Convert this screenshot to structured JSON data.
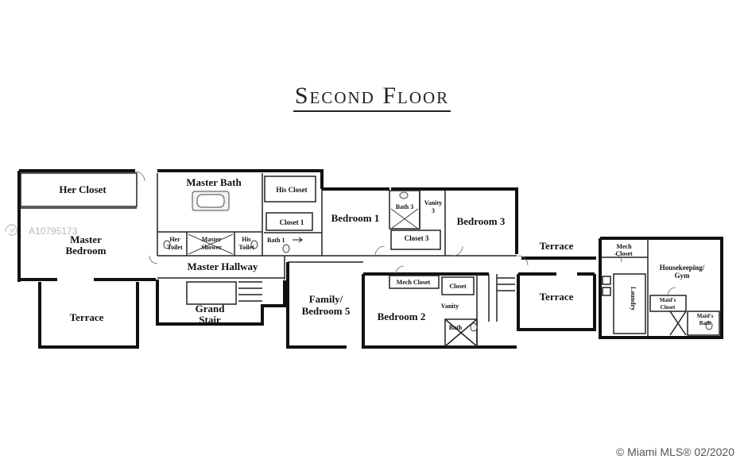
{
  "title": "Second Floor",
  "listing_id": "A10795173",
  "copyright": "© Miami MLS® 02/2020",
  "rooms": {
    "her_closet": "Her Closet",
    "master_bath": "Master Bath",
    "his_closet": "His Closet",
    "closet_1": "Closet 1",
    "master": "Master",
    "bedroom": "Bedroom",
    "her": "Her",
    "toilet": "Toilet",
    "master_sm": "Master",
    "shower": "Shower",
    "his": "His",
    "toilet2": "Toilet",
    "bath_1": "Bath 1",
    "master_hallway": "Master Hallway",
    "terrace_left": "Terrace",
    "grand": "Grand",
    "stair": "Stair",
    "bedroom_1": "Bedroom 1",
    "bath_3": "Bath 3",
    "vanity_3a": "Vanity",
    "vanity_3b": "3",
    "closet_3": "Closet 3",
    "bedroom_3": "Bedroom 3",
    "family": "Family/",
    "bedroom_5": "Bedroom 5",
    "mech_closet_mid": "Mech Closet",
    "closet_mid": "Closet",
    "vanity_mid": "Vanity",
    "bedroom_2": "Bedroom 2",
    "bath_mid": "Bath",
    "terrace_top": "Terrace",
    "terrace_mid": "Terrace",
    "mech": "Mech",
    "closet_mech": "Closet",
    "housekeeping": "Housekeeping/",
    "gym": "Gym",
    "laundry": "Laundry",
    "maids_closet_a": "Maid's",
    "maids_closet_b": "Closet",
    "maids_bath_a": "Maid's",
    "maids_bath_b": "Bath"
  }
}
